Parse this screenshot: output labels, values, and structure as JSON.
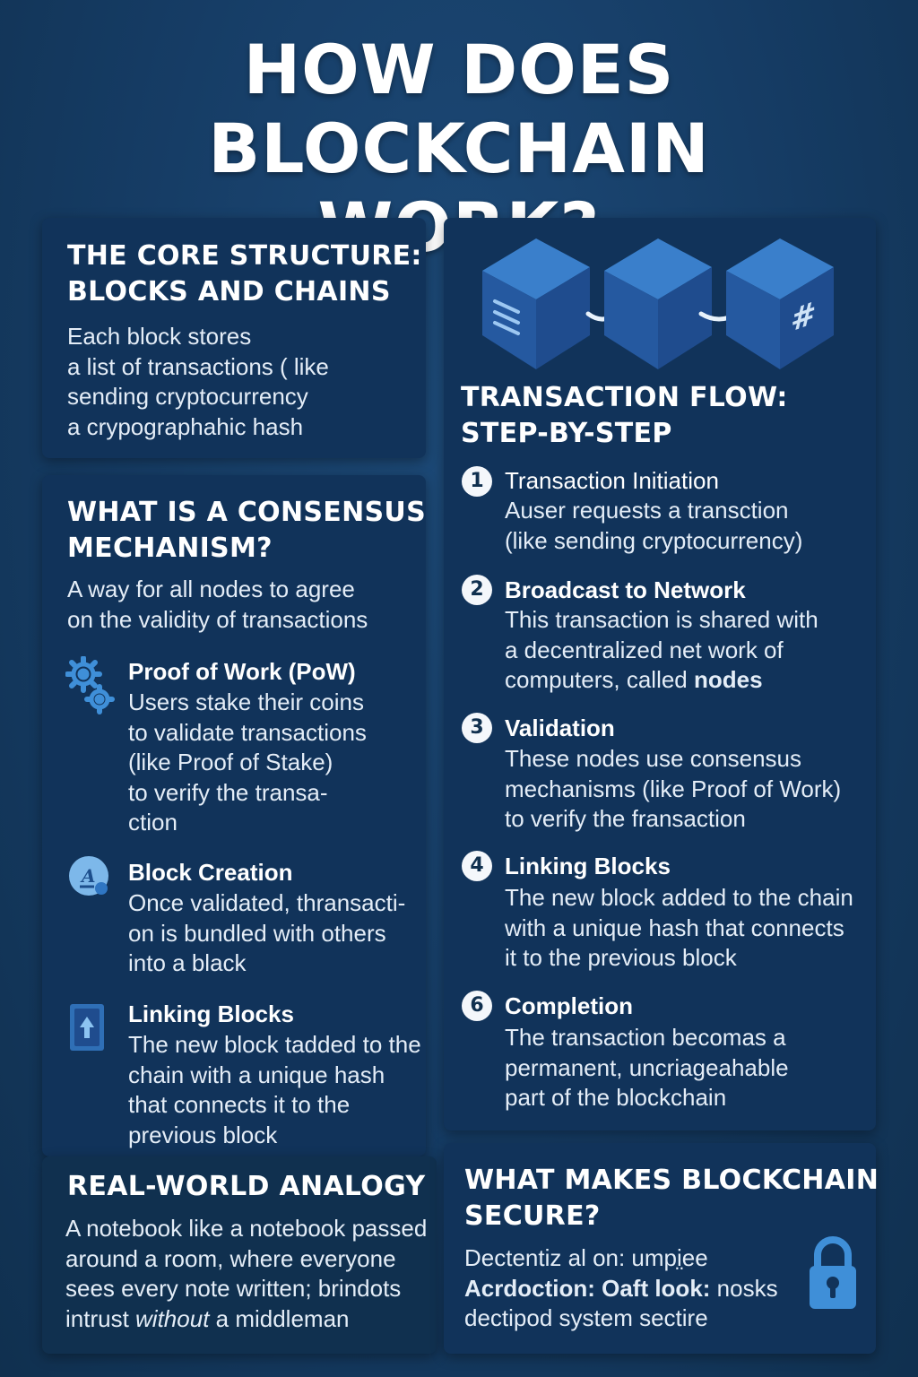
{
  "title": {
    "line1": "HOW DOES BLOCKCHAIN",
    "line2": "WORK?"
  },
  "core_structure": {
    "heading_line1": "THE CORE STRUCTURE:",
    "heading_line2": "BLOCKS AND CHAINS",
    "body": [
      "Each block stores",
      "a list of transactions ( like",
      "sending cryptocurrency",
      "a crypographahic hash"
    ],
    "illustration": {
      "icons": [
        "lines-icon",
        "link-icon",
        "link-icon",
        "hash-icon"
      ],
      "hash_glyph": "#"
    }
  },
  "consensus": {
    "heading_line1": "WHAT IS A CONSENSUS",
    "heading_line2": "MECHANISM?",
    "intro": [
      "A way for all nodes to agree",
      "on the validity of transactions"
    ],
    "items": [
      {
        "icon": "gears-icon",
        "title": "Proof of Work (PoW)",
        "text": [
          "Users stake their coins",
          "to validate transactions",
          "(like Proof of Stake)",
          "to verify the transa-",
          "ction"
        ]
      },
      {
        "icon": "block-creation-icon",
        "icon_glyph": "A",
        "title": "Block Creation",
        "text": [
          "Once validated, thransacti-",
          "on is bundled with others",
          "into a black"
        ]
      },
      {
        "icon": "block-upload-icon",
        "title": "Linking Blocks",
        "text": [
          "The new block tadded to the",
          "chain with a unique hash",
          "that connects it to the",
          "previous block"
        ]
      }
    ]
  },
  "analogy": {
    "heading": "REAL-WORLD ANALOGY",
    "line1": "A notebook like a notebook passed",
    "line2": "around a room, where everyone",
    "line3": "sees every note written; brindots",
    "line4_a": "intrust ",
    "line4_em": "without",
    "line4_b": " a middleman"
  },
  "transaction_flow": {
    "heading_line1": "TRANSACTION FLOW:",
    "heading_line2": "STEP-BY-STEP",
    "steps": [
      {
        "number": "1",
        "title": "Transaction Initiation",
        "text": [
          "Auser requests a transction",
          "(like sending cryptocurrency)"
        ]
      },
      {
        "number": "2",
        "title": "Broadcast to Network",
        "text": [
          "This transaction is shared with",
          "a decentralized net work of"
        ],
        "last_line_a": "computers, called ",
        "last_line_bold": "nodes"
      },
      {
        "number": "3",
        "title": "Validation",
        "text": [
          "These nodes use consensus",
          "mechanisms (like Proof of Work)",
          "to verify the fransaction"
        ]
      },
      {
        "number": "4",
        "title": "Linking Blocks",
        "text": [
          "The new block added to the chain",
          "with a unique hash that connects",
          "it to the previous block"
        ]
      },
      {
        "number": "6",
        "title": "Completion",
        "text": [
          "The transaction becomas a",
          "permanent, uncriageahable",
          "part of the blockchain"
        ]
      }
    ]
  },
  "security": {
    "heading_line1": "WHAT MAKES BLOCKCHAIN",
    "heading_line2": "SECURE?",
    "line1": "Dectentiz al on: umpi̤ee",
    "line2_bold": "Acrdoction: Oaft look:",
    "line2_rest": " nosks",
    "line3": "dectipod system sectire",
    "icon": "padlock-icon"
  },
  "colors": {
    "background": "#153b63",
    "panel": "#11335a",
    "accent_blue": "#3f8fd8",
    "text": "#e4edf7"
  }
}
